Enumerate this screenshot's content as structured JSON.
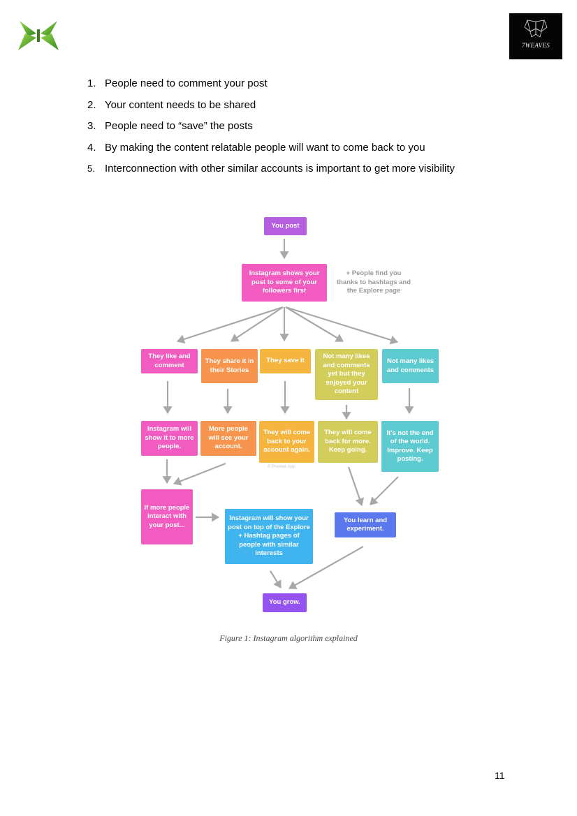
{
  "header": {
    "right_logo_text": "7WEAVES",
    "left_logo_icon": "green-butterfly-logo-icon"
  },
  "list": [
    {
      "num": "1.",
      "text": "People need to comment your post"
    },
    {
      "num": "2.",
      "text": "Your content needs to be shared"
    },
    {
      "num": "3.",
      "text": "People need to “save” the posts"
    },
    {
      "num": "4.",
      "text": "By making the content relatable people will want to come back to you"
    },
    {
      "num": "5.",
      "text": "Interconnection with other similar accounts is important to get more visibility"
    }
  ],
  "flowchart": {
    "you_post": "You post",
    "ig_shows": "Instagram shows your post to some of your followers first",
    "note_hashtags": "+ People find you thanks to hashtags and the Explore page",
    "like": "They like and comment",
    "share": "They share it in their Stories",
    "save": "They save it",
    "not_many_enjoy": "Not many likes and comments yet but they enjoyed your content",
    "not_many": "Not many likes and comments",
    "ig_show_more": "Instagram will show it to more people.",
    "more_see": "More people will see your account.",
    "come_back": "They will come back to your account again.",
    "credit": "© Preview App",
    "keep_going": "They will come back for more. Keep going.",
    "not_end": "It's not the end of the world. Improve. Keep posting.",
    "more_interact": "If more people interact with your post...",
    "explore": "Instagram will show your post on top of the Explore + Hashtag pages of people with similar interests",
    "learn": "You learn and experiment.",
    "grow": "You grow."
  },
  "colors": {
    "purple": "#b65ee0",
    "pink": "#f25bbf",
    "orange": "#f7954e",
    "amber": "#f5b53f",
    "olive": "#d3cd5c",
    "teal": "#5ecbd1",
    "blue": "#5b78ee",
    "sky": "#3fb4ee",
    "violet": "#9452f0",
    "arrow": "#a8a8a8"
  },
  "caption": "Figure 1: Instagram algorithm explained",
  "page_number": "11"
}
